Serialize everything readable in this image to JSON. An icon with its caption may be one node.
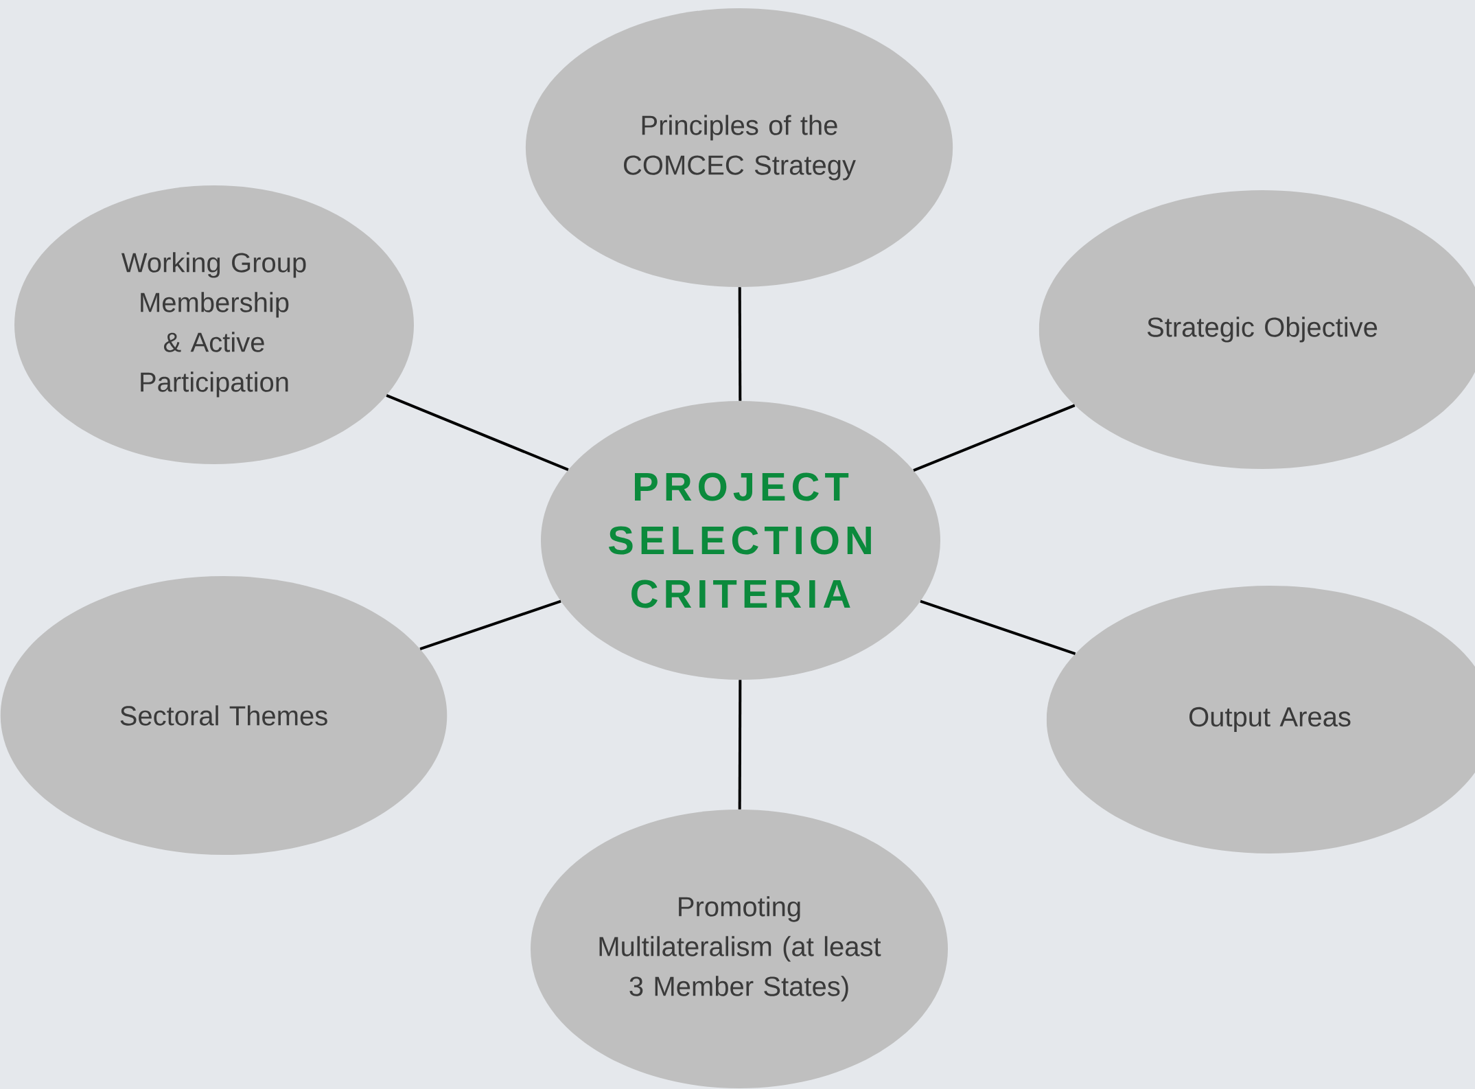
{
  "diagram": {
    "nodes": [
      {
        "text": [
          "Principles  of the COMCEC Strategy"
        ]
      },
      {
        "text": [
          "Working Group Membership & Active Participation"
        ]
      },
      {
        "text": [
          "Strategic Objective"
        ]
      },
      {
        "text": [
          "PROJECT SELECTION CRITERIA"
        ]
      },
      {
        "text": [
          "Sectoral Themes"
        ]
      },
      {
        "text": [
          "Output Areas"
        ]
      },
      {
        "text": [
          "Promoting Multilateralism (at least 3 Member States)"
        ]
      }
    ],
    "edges": [
      {
        "from": 3,
        "to": 0,
        "arrow": "none"
      },
      {
        "from": 3,
        "to": 1,
        "arrow": "none"
      },
      {
        "from": 3,
        "to": 2,
        "arrow": "none"
      },
      {
        "from": 3,
        "to": 4,
        "arrow": "none"
      },
      {
        "from": 3,
        "to": 5,
        "arrow": "none"
      },
      {
        "from": 3,
        "to": 6,
        "arrow": "none"
      }
    ]
  }
}
